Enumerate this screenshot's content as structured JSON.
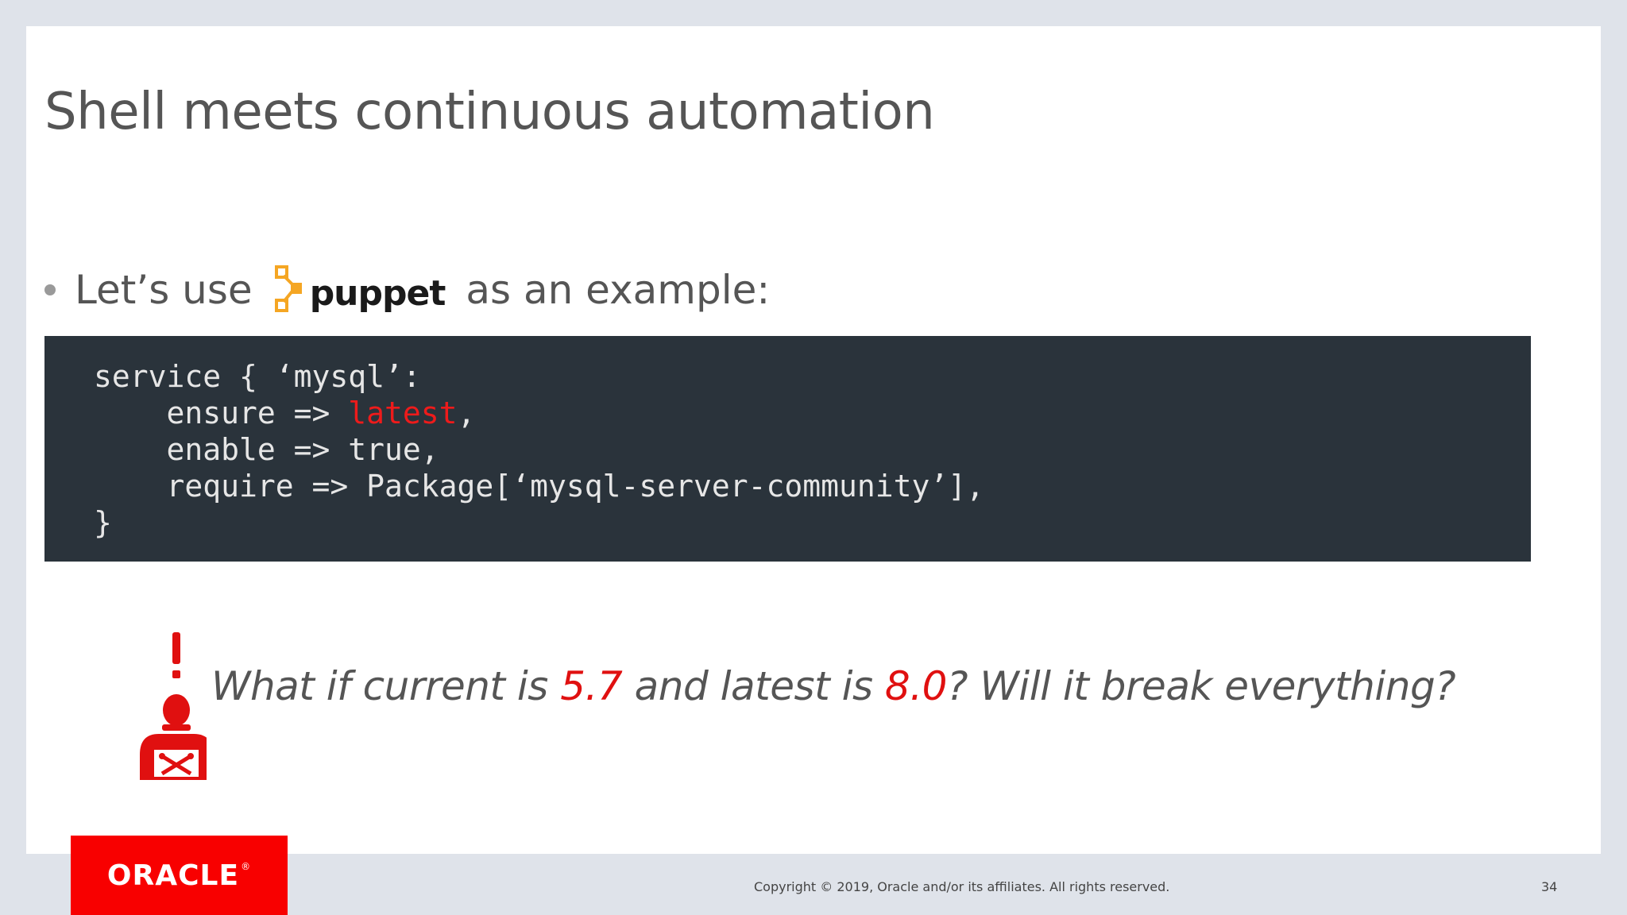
{
  "slide": {
    "title": "Shell meets continuous automation",
    "bullet": {
      "prefix": "Let’s use",
      "logo_word": "puppet",
      "suffix": "as an example:"
    },
    "code_lines": {
      "l1": "service { ‘mysql’:",
      "l2_a": "    ensure => ",
      "l2_hl": "latest",
      "l2_b": ",",
      "l3": "    enable => true,",
      "l4": "    require => Package[‘mysql-server-community’],",
      "l5": "}"
    },
    "question": {
      "p1": "What if current is ",
      "v1": "5.7",
      "p2": " and latest is ",
      "v2": "8.0",
      "p3": "? Will it break everything?"
    }
  },
  "footer": {
    "brand": "ORACLE",
    "copyright": "Copyright © 2019, Oracle and/or its affiliates. All rights reserved.",
    "page_number": "34"
  },
  "colors": {
    "accent_red": "#e01010",
    "code_bg": "#2a333b",
    "puppet_orange": "#f5a623",
    "oracle_red": "#f80000"
  },
  "icons": [
    "puppet-logo-icon",
    "warning-engineer-icon"
  ]
}
